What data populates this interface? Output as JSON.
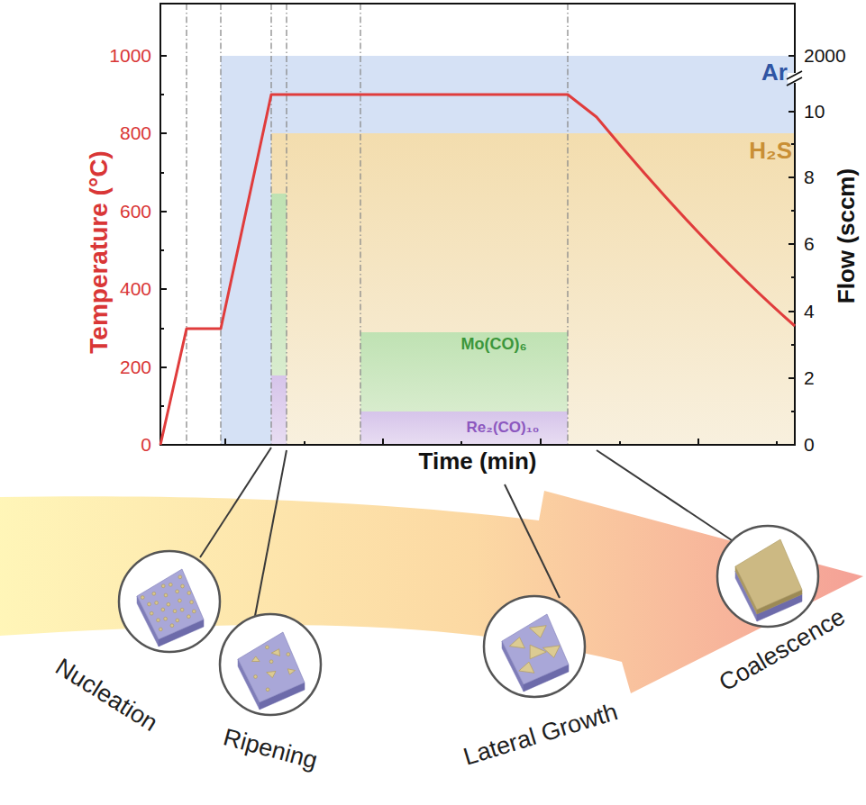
{
  "diagram": {
    "nodes": [
      {
        "text": [
          "Ar"
        ]
      },
      {
        "text": [
          "H₂S"
        ],
        "in": 0
      },
      {
        "text": [
          "Mo(CO)₆"
        ],
        "in": 1
      },
      {
        "text": [
          "Re₂(CO)₁₀"
        ],
        "in": 2
      },
      {
        "text": [
          "Nucleation"
        ]
      },
      {
        "text": [
          "Ripening"
        ]
      },
      {
        "text": [
          "Lateral Growth"
        ]
      },
      {
        "text": [
          "Coalescence"
        ]
      }
    ],
    "labels": [
      "1000",
      "800",
      "600",
      "400",
      "200",
      "0",
      "Temperature (°C)",
      "2000",
      "10",
      "8",
      "6",
      "4",
      "2",
      "0",
      "Flow (sccm)",
      "Time (min)"
    ]
  }
}
